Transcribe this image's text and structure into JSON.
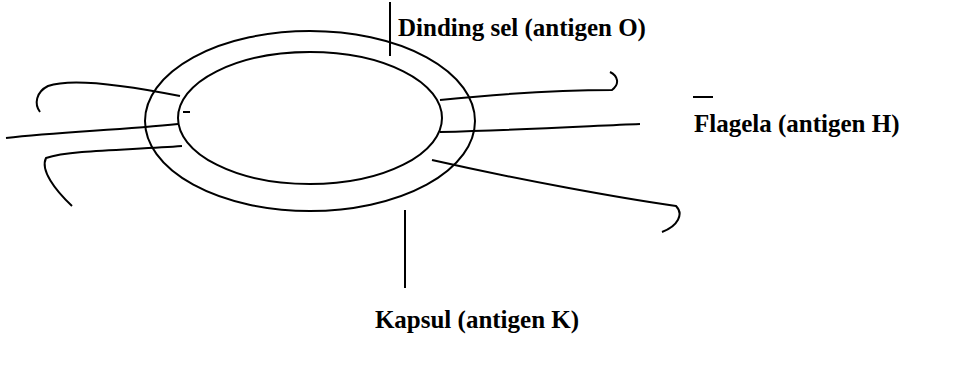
{
  "diagram": {
    "labels": [
      "Dinding sel (antigen O)",
      "Flagela (antigen H)",
      "Kapsul (antigen K)"
    ]
  }
}
